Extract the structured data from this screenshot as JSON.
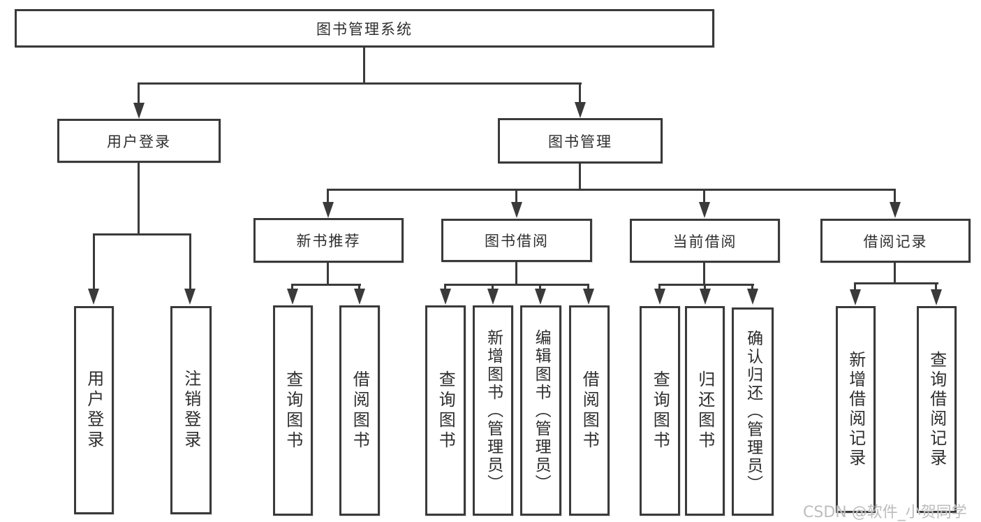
{
  "diagram": {
    "root": {
      "label": "图书管理系统"
    },
    "branches": [
      {
        "label": "用户登录",
        "children": [
          {
            "label": "用户登录"
          },
          {
            "label": "注销登录"
          }
        ]
      },
      {
        "label": "图书管理",
        "children": [
          {
            "label": "新书推荐",
            "children": [
              {
                "label": "查询图书"
              },
              {
                "label": "借阅图书"
              }
            ]
          },
          {
            "label": "图书借阅",
            "children": [
              {
                "label": "查询图书"
              },
              {
                "label": "新增图书（管理员）"
              },
              {
                "label": "编辑图书（管理员）"
              },
              {
                "label": "借阅图书"
              }
            ]
          },
          {
            "label": "当前借阅",
            "children": [
              {
                "label": "查询图书"
              },
              {
                "label": "归还图书"
              },
              {
                "label": "确认归还（管理员）"
              }
            ]
          },
          {
            "label": "借阅记录",
            "children": [
              {
                "label": "新增借阅记录"
              },
              {
                "label": "查询借阅记录"
              }
            ]
          }
        ]
      }
    ],
    "watermark": "CSDN @软件_小贺同学",
    "colors": {
      "line": "#3a3a3a",
      "text": "#2e2e2e",
      "watermark": "#b9b9b9",
      "background": "#ffffff"
    }
  }
}
